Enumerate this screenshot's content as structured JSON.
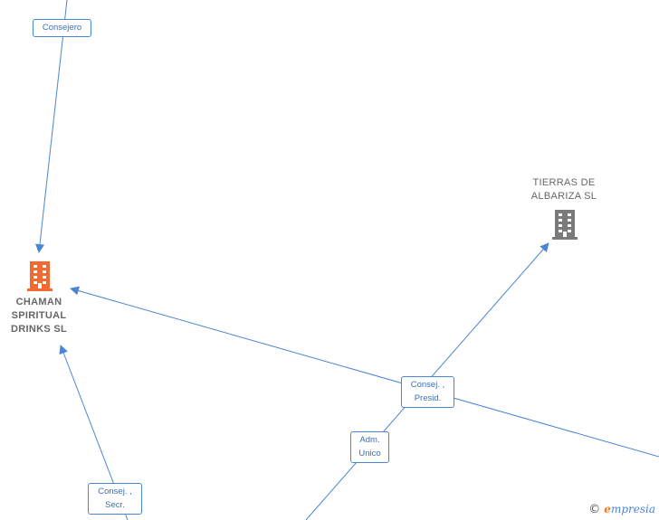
{
  "nodes": {
    "chaman": {
      "name": "CHAMAN\nSPIRITUAL\nDRINKS  SL",
      "color": "#f26a32",
      "icon": "building-icon"
    },
    "tierras": {
      "name": "TIERRAS DE\nALBARIZA  SL",
      "color": "#7a7a7a",
      "icon": "building-icon"
    }
  },
  "edges": {
    "consejero": "Consejero",
    "consej_presid": "Consej. ,\nPresid.",
    "adm_unico": "Adm.\nUnico",
    "consej_secr": "Consej. ,\nSecr."
  },
  "edge_color": "#4a86d4",
  "watermark": {
    "copyright": "©",
    "brand_initial": "e",
    "brand_rest": "mpresia"
  }
}
